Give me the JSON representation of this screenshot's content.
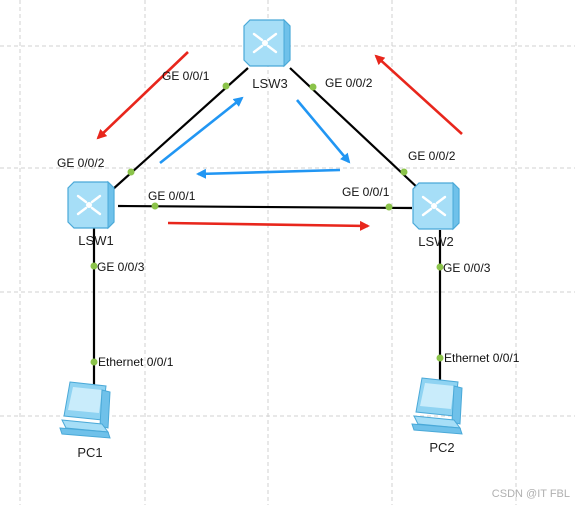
{
  "colors": {
    "link": "#000000",
    "port_dot": "#8bc34a",
    "grid": "#d0d0d0",
    "arrow_red": "#e8261c",
    "arrow_blue": "#2196f3",
    "device_fill": "#9ad8f5",
    "device_stroke": "#4aa9d8"
  },
  "devices": {
    "lsw3": {
      "label": "LSW3",
      "icon": "switch-icon"
    },
    "lsw1": {
      "label": "LSW1",
      "icon": "switch-icon"
    },
    "lsw2": {
      "label": "LSW2",
      "icon": "switch-icon"
    },
    "pc1": {
      "label": "PC1",
      "icon": "pc-icon"
    },
    "pc2": {
      "label": "PC2",
      "icon": "pc-icon"
    }
  },
  "ports": {
    "lsw3_left": "GE 0/0/1",
    "lsw3_right": "GE 0/0/2",
    "lsw1_top": "GE 0/0/2",
    "lsw1_right": "GE 0/0/1",
    "lsw1_bottom": "GE 0/0/3",
    "lsw2_top": "GE 0/0/2",
    "lsw2_left": "GE 0/0/1",
    "lsw2_bottom": "GE 0/0/3",
    "pc1_eth": "Ethernet 0/0/1",
    "pc2_eth": "Ethernet 0/0/1"
  },
  "watermark": "CSDN @IT FBL"
}
